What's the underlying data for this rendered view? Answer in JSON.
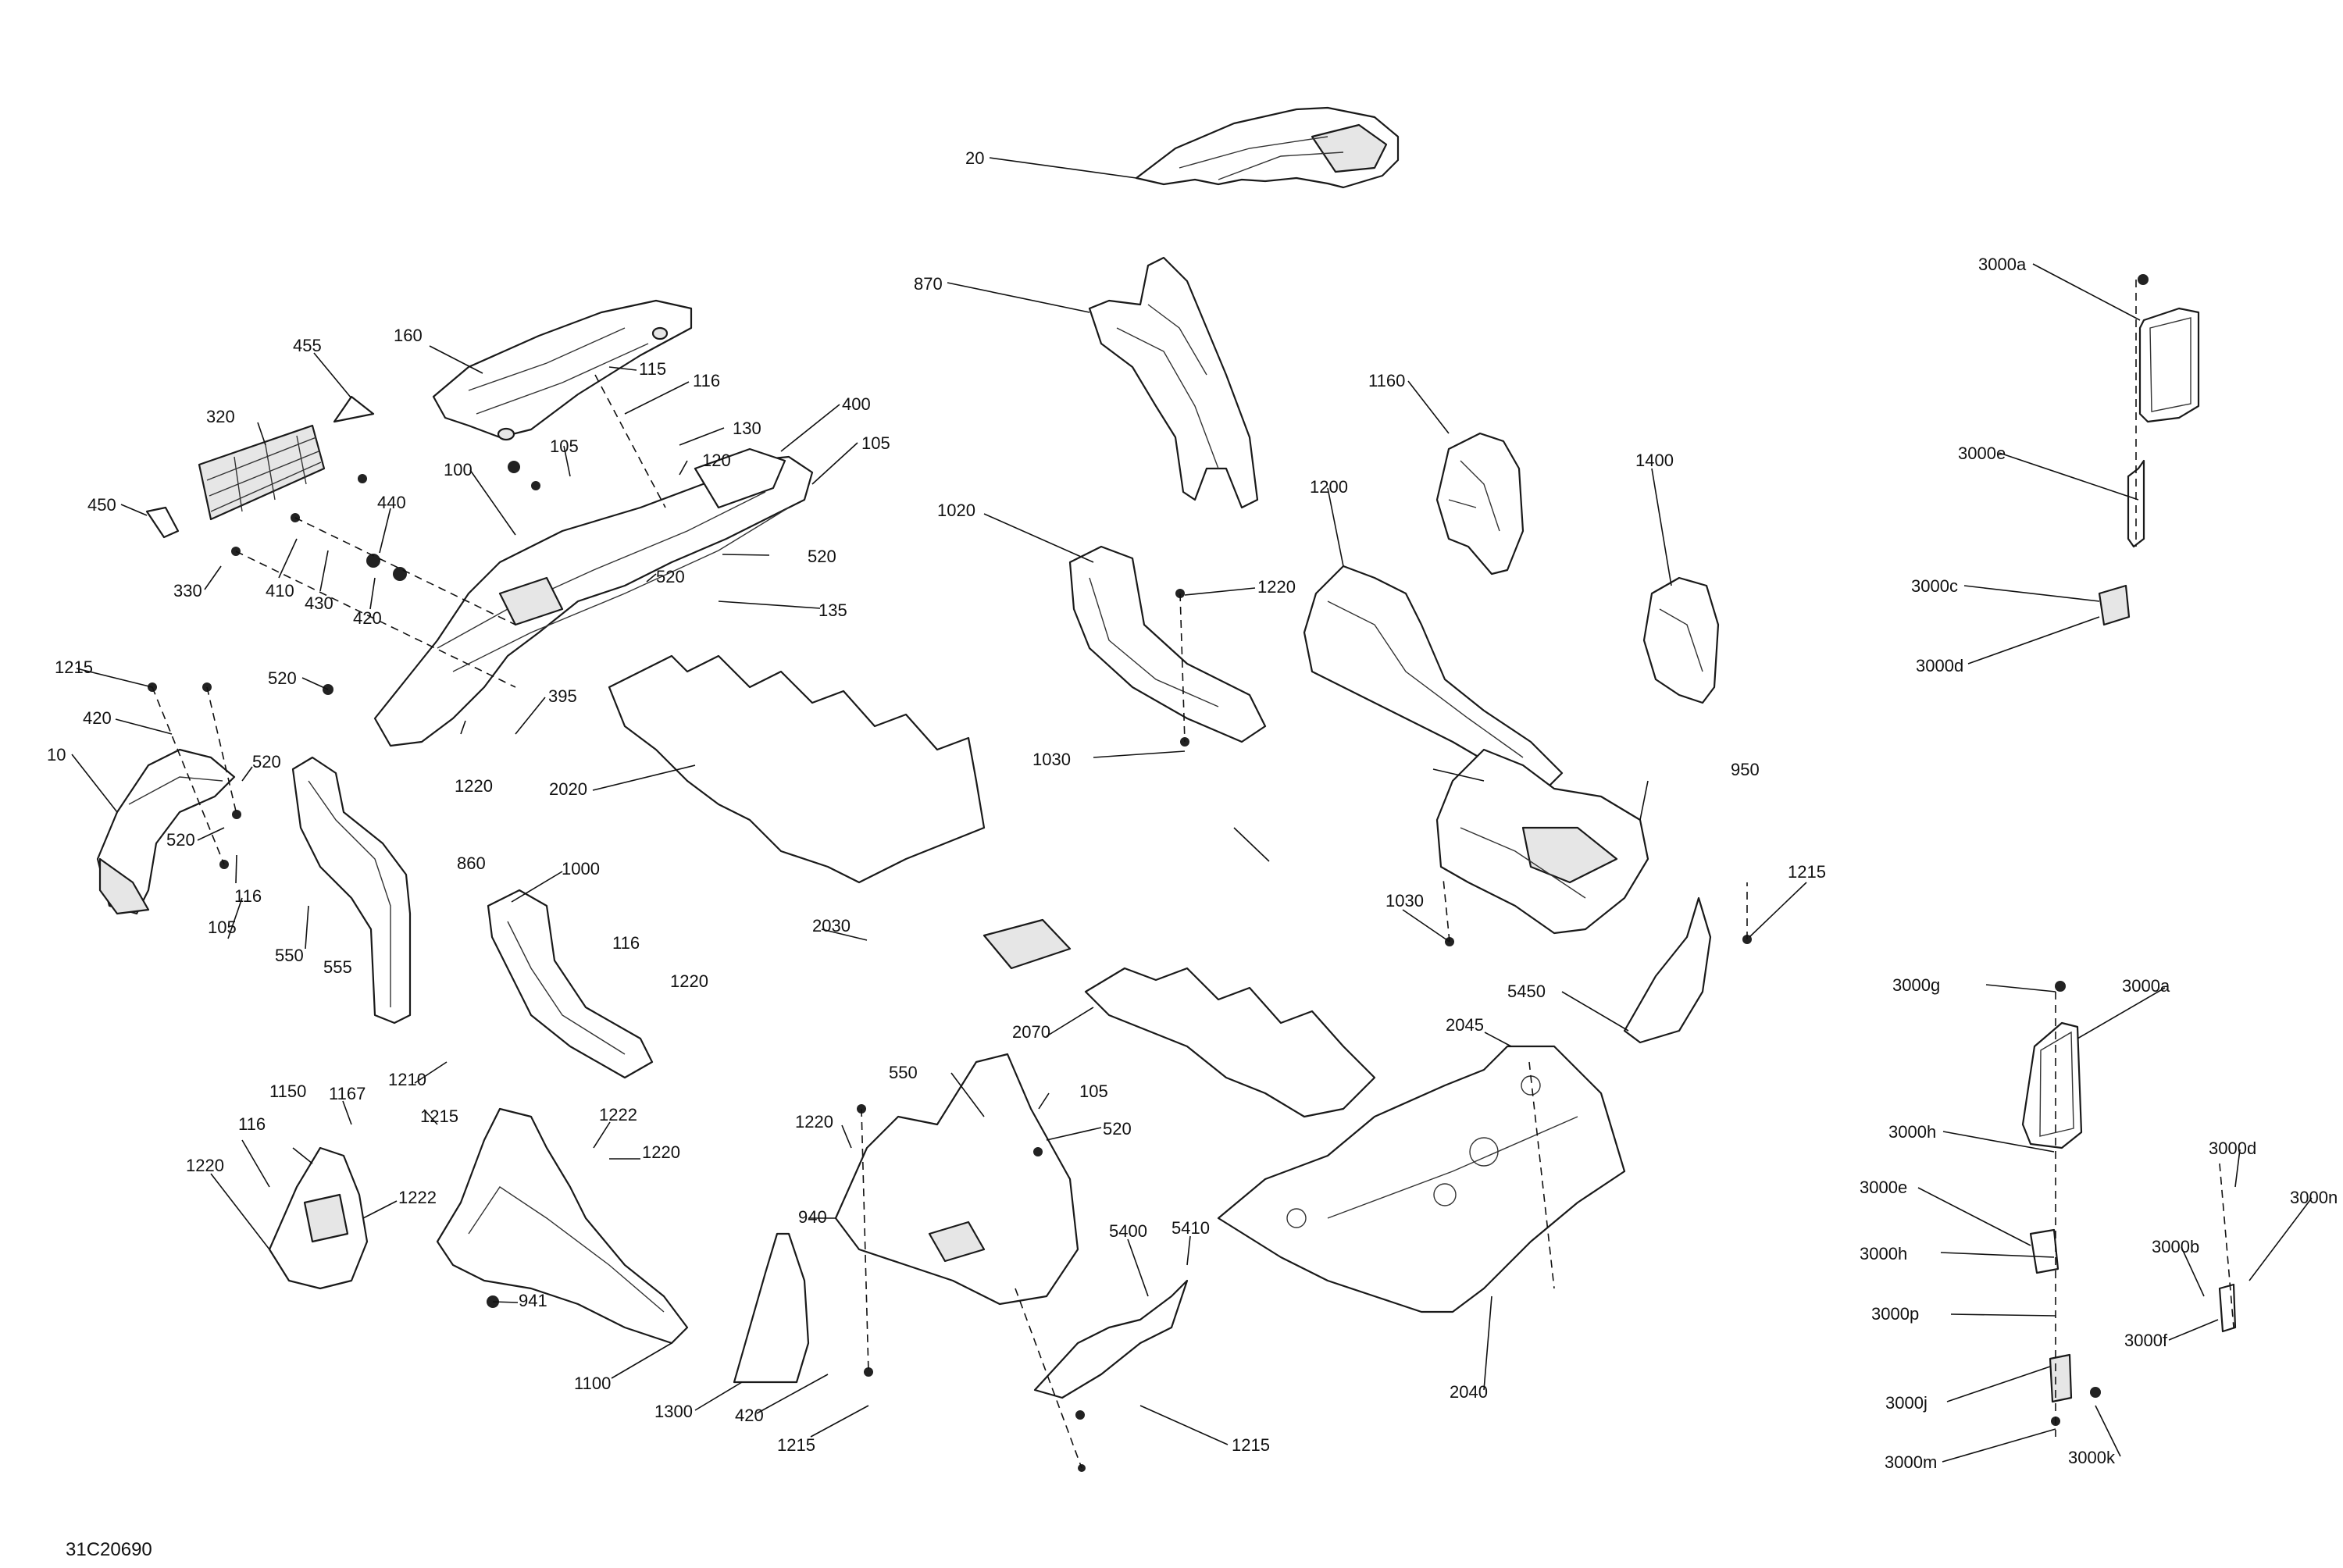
{
  "diagram_id": "31C20690",
  "callouts": [
    {
      "id": "c20",
      "text": "20"
    },
    {
      "id": "c870",
      "text": "870"
    },
    {
      "id": "c160",
      "text": "160"
    },
    {
      "id": "c455",
      "text": "455"
    },
    {
      "id": "c115",
      "text": "115"
    },
    {
      "id": "c116a",
      "text": "116"
    },
    {
      "id": "c130",
      "text": "130"
    },
    {
      "id": "c400",
      "text": "400"
    },
    {
      "id": "c320",
      "text": "320"
    },
    {
      "id": "c105a",
      "text": "105"
    },
    {
      "id": "c120",
      "text": "120"
    },
    {
      "id": "c105b",
      "text": "105"
    },
    {
      "id": "c450",
      "text": "450"
    },
    {
      "id": "c100",
      "text": "100"
    },
    {
      "id": "c440",
      "text": "440"
    },
    {
      "id": "c520a",
      "text": "520"
    },
    {
      "id": "c330",
      "text": "330"
    },
    {
      "id": "c410",
      "text": "410"
    },
    {
      "id": "c430",
      "text": "430"
    },
    {
      "id": "c420a",
      "text": "420"
    },
    {
      "id": "c520b",
      "text": "520"
    },
    {
      "id": "c135",
      "text": "135"
    },
    {
      "id": "c1215a",
      "text": "1215"
    },
    {
      "id": "c520c",
      "text": "520"
    },
    {
      "id": "c395",
      "text": "395"
    },
    {
      "id": "c420b",
      "text": "420"
    },
    {
      "id": "c10",
      "text": "10"
    },
    {
      "id": "c520d",
      "text": "520"
    },
    {
      "id": "c1220a",
      "text": "1220"
    },
    {
      "id": "c2020",
      "text": "2020"
    },
    {
      "id": "c520e",
      "text": "520"
    },
    {
      "id": "c860",
      "text": "860"
    },
    {
      "id": "c116b",
      "text": "116"
    },
    {
      "id": "c105c",
      "text": "105"
    },
    {
      "id": "c550a",
      "text": "550"
    },
    {
      "id": "c555",
      "text": "555"
    },
    {
      "id": "c1000",
      "text": "1000"
    },
    {
      "id": "c116c",
      "text": "116"
    },
    {
      "id": "c1220b",
      "text": "1220"
    },
    {
      "id": "c2030",
      "text": "2030"
    },
    {
      "id": "c1020",
      "text": "1020"
    },
    {
      "id": "c1220c",
      "text": "1220"
    },
    {
      "id": "c1030a",
      "text": "1030"
    },
    {
      "id": "c1160",
      "text": "1160"
    },
    {
      "id": "c1200",
      "text": "1200"
    },
    {
      "id": "c1400",
      "text": "1400"
    },
    {
      "id": "c950",
      "text": "950"
    },
    {
      "id": "c1030b",
      "text": "1030"
    },
    {
      "id": "c1215b",
      "text": "1215"
    },
    {
      "id": "c5450",
      "text": "5450"
    },
    {
      "id": "c2045",
      "text": "2045"
    },
    {
      "id": "c2070",
      "text": "2070"
    },
    {
      "id": "c1210",
      "text": "1210"
    },
    {
      "id": "c1215c",
      "text": "1215"
    },
    {
      "id": "c1150",
      "text": "1150"
    },
    {
      "id": "c1167",
      "text": "1167"
    },
    {
      "id": "c116d",
      "text": "116"
    },
    {
      "id": "c1220d",
      "text": "1220"
    },
    {
      "id": "c1222a",
      "text": "1222"
    },
    {
      "id": "c1222b",
      "text": "1222"
    },
    {
      "id": "c1220e",
      "text": "1220"
    },
    {
      "id": "c941",
      "text": "941"
    },
    {
      "id": "c1100",
      "text": "1100"
    },
    {
      "id": "c550b",
      "text": "550"
    },
    {
      "id": "c1220f",
      "text": "1220"
    },
    {
      "id": "c105d",
      "text": "105"
    },
    {
      "id": "c520f",
      "text": "520"
    },
    {
      "id": "c940",
      "text": "940"
    },
    {
      "id": "c5400",
      "text": "5400"
    },
    {
      "id": "c5410",
      "text": "5410"
    },
    {
      "id": "c1300",
      "text": "1300"
    },
    {
      "id": "c420c",
      "text": "420"
    },
    {
      "id": "c1215d",
      "text": "1215"
    },
    {
      "id": "c1215e",
      "text": "1215"
    },
    {
      "id": "c2040",
      "text": "2040"
    },
    {
      "id": "c3000a1",
      "text": "3000a"
    },
    {
      "id": "c3000e1",
      "text": "3000e"
    },
    {
      "id": "c3000c",
      "text": "3000c"
    },
    {
      "id": "c3000d1",
      "text": "3000d"
    },
    {
      "id": "c3000a2",
      "text": "3000a"
    },
    {
      "id": "c3000g",
      "text": "3000g"
    },
    {
      "id": "c3000h1",
      "text": "3000h"
    },
    {
      "id": "c3000e2",
      "text": "3000e"
    },
    {
      "id": "c3000h2",
      "text": "3000h"
    },
    {
      "id": "c3000p",
      "text": "3000p"
    },
    {
      "id": "c3000j",
      "text": "3000j"
    },
    {
      "id": "c3000m",
      "text": "3000m"
    },
    {
      "id": "c3000k",
      "text": "3000k"
    },
    {
      "id": "c3000f",
      "text": "3000f"
    },
    {
      "id": "c3000b",
      "text": "3000b"
    },
    {
      "id": "c3000d2",
      "text": "3000d"
    },
    {
      "id": "c3000n",
      "text": "3000n"
    }
  ]
}
